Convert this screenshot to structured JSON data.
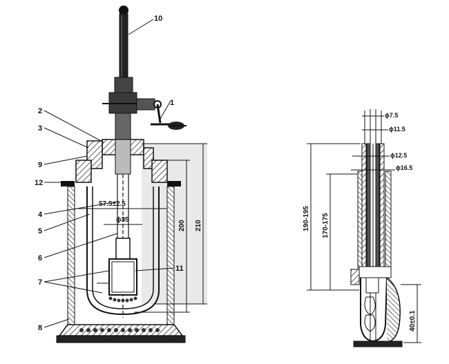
{
  "left_figure": {
    "part_labels": [
      "10",
      "1",
      "2",
      "3",
      "9",
      "12",
      "4",
      "5",
      "6",
      "7",
      "11",
      "8"
    ],
    "dimensions": {
      "inner_diameter": "57.5±2.5",
      "basket_diameter": "ϕ35",
      "height_inner": "200",
      "height_outer": "210"
    }
  },
  "right_figure": {
    "diameters": [
      "ϕ7.5",
      "ϕ11.5",
      "ϕ12.5",
      "ϕ16.5"
    ],
    "dimensions": {
      "overall_length": "190-195",
      "tube_length": "170-175",
      "tip_length": "40±0.1"
    }
  },
  "colors": {
    "ink": "#111111",
    "hatch": "#333333",
    "background": "#ffffff"
  }
}
